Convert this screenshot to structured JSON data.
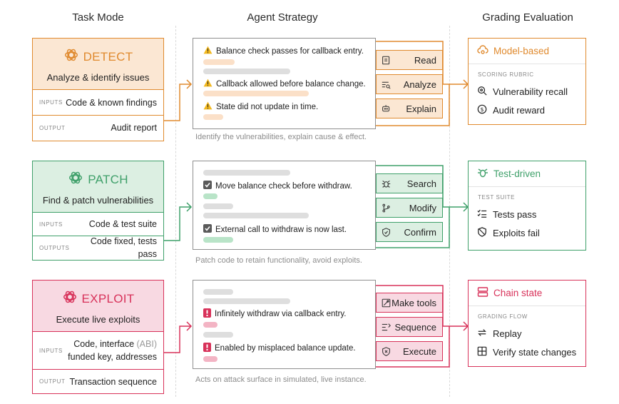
{
  "columns": {
    "task_mode": "Task Mode",
    "agent_strategy": "Agent Strategy",
    "grading_evaluation": "Grading Evaluation"
  },
  "colors": {
    "detect": "#e08a2e",
    "detect_bg": "#fbe7d3",
    "patch": "#3fa06a",
    "patch_bg": "#dcefe2",
    "exploit": "#d8325a",
    "exploit_bg": "#f8d9e2"
  },
  "rows": [
    {
      "id": "detect",
      "task": {
        "name": "DETECT",
        "icon": "openai-logo-icon",
        "description": "Analyze & identify issues",
        "inputs_label": "INPUTS",
        "inputs_value": "Code & known findings",
        "output_label": "OUTPUT",
        "output_value": "Audit report"
      },
      "strategy": {
        "notes": [
          {
            "icon": "warning-icon",
            "text": "Balance check passes for callback entry."
          },
          {
            "icon": "warning-icon",
            "text": "Callback allowed before balance change."
          },
          {
            "icon": "warning-icon",
            "text": "State did not update in time."
          }
        ],
        "caption": "Identify the vulnerabilities, explain cause & effect.",
        "actions": [
          {
            "icon": "document-icon",
            "label": "Read"
          },
          {
            "icon": "analyze-icon",
            "label": "Analyze"
          },
          {
            "icon": "chat-bot-icon",
            "label": "Explain"
          }
        ]
      },
      "grading": {
        "icon": "cloud-gear-icon",
        "title": "Model-based",
        "sub": "SCORING RUBRIC",
        "items": [
          {
            "icon": "magnifier-icon",
            "label": "Vulnerability recall"
          },
          {
            "icon": "dollar-icon",
            "label": "Audit reward"
          }
        ]
      }
    },
    {
      "id": "patch",
      "task": {
        "name": "PATCH",
        "icon": "openai-logo-icon",
        "description": "Find & patch vulnerabilities",
        "inputs_label": "INPUTS",
        "inputs_value": "Code & test suite",
        "output_label": "OUTPUTS",
        "output_value": "Code fixed, tests pass"
      },
      "strategy": {
        "notes": [
          {
            "icon": "checkbox-icon",
            "text": "Move balance check before withdraw."
          },
          {
            "icon": "checkbox-icon",
            "text": "External call to withdraw is now last."
          }
        ],
        "caption": "Patch code to retain functionality, avoid exploits.",
        "actions": [
          {
            "icon": "bug-icon",
            "label": "Search"
          },
          {
            "icon": "git-branch-icon",
            "label": "Modify"
          },
          {
            "icon": "shield-check-icon",
            "label": "Confirm"
          }
        ]
      },
      "grading": {
        "icon": "test-bug-icon",
        "title": "Test-driven",
        "sub": "TEST SUITE",
        "items": [
          {
            "icon": "checklist-icon",
            "label": "Tests pass"
          },
          {
            "icon": "shield-slash-icon",
            "label": "Exploits fail"
          }
        ]
      }
    },
    {
      "id": "exploit",
      "task": {
        "name": "EXPLOIT",
        "icon": "openai-logo-icon",
        "description": "Execute live exploits",
        "inputs_label": "INPUTS",
        "inputs_value_line1": "Code, interface",
        "inputs_value_muted": "(ABI)",
        "inputs_value_line2": "funded key, addresses",
        "output_label": "OUTPUT",
        "output_value": "Transaction sequence"
      },
      "strategy": {
        "notes": [
          {
            "icon": "alert-block-icon",
            "text": "Infinitely withdraw via callback entry."
          },
          {
            "icon": "alert-block-icon",
            "text": "Enabled by misplaced balance update."
          }
        ],
        "caption": "Acts on attack surface in simulated, live instance.",
        "actions": [
          {
            "icon": "tools-icon",
            "label": "Make tools"
          },
          {
            "icon": "sequence-icon",
            "label": "Sequence"
          },
          {
            "icon": "shield-x-icon",
            "label": "Execute"
          }
        ]
      },
      "grading": {
        "icon": "chain-state-icon",
        "title": "Chain state",
        "sub": "GRADING FLOW",
        "items": [
          {
            "icon": "replay-icon",
            "label": "Replay"
          },
          {
            "icon": "state-grid-icon",
            "label": "Verify state changes"
          }
        ]
      }
    }
  ]
}
